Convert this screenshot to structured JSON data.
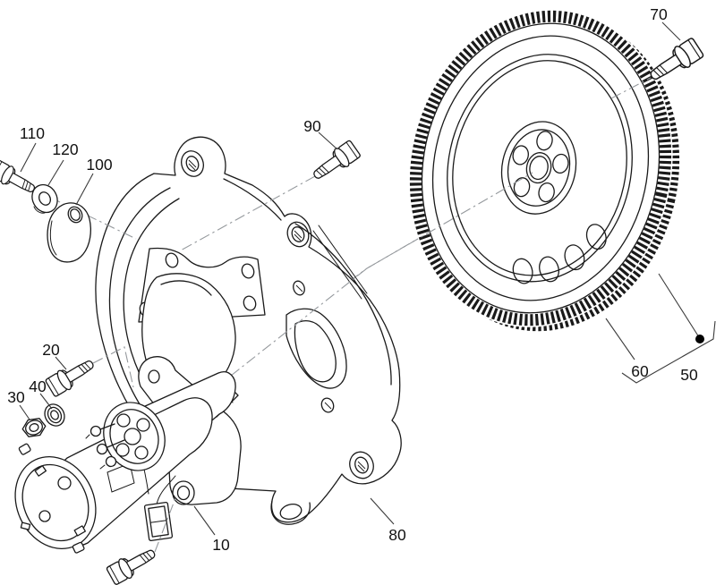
{
  "diagram": {
    "colors": {
      "background": "#ffffff",
      "line": "#1a1a1a",
      "axis": "#95999d",
      "leader": "#3a3a3a",
      "callout_text": "#111111",
      "callout_dot": "#000000"
    },
    "callouts": [
      {
        "id": "10",
        "label": "10",
        "part": "starter-motor"
      },
      {
        "id": "20",
        "label": "20",
        "part": "mounting-bolt"
      },
      {
        "id": "30",
        "label": "30",
        "part": "hex-nut"
      },
      {
        "id": "40",
        "label": "40",
        "part": "spring-washer"
      },
      {
        "id": "50",
        "label": "50",
        "part": "flywheel-assembly"
      },
      {
        "id": "60",
        "label": "60",
        "part": "ring-gear"
      },
      {
        "id": "70",
        "label": "70",
        "part": "flywheel-bolt"
      },
      {
        "id": "80",
        "label": "80",
        "part": "flywheel-housing"
      },
      {
        "id": "90",
        "label": "90",
        "part": "housing-bolt"
      },
      {
        "id": "100",
        "label": "100",
        "part": "cover-plate"
      },
      {
        "id": "110",
        "label": "110",
        "part": "bolt"
      },
      {
        "id": "120",
        "label": "120",
        "part": "washer"
      }
    ]
  }
}
